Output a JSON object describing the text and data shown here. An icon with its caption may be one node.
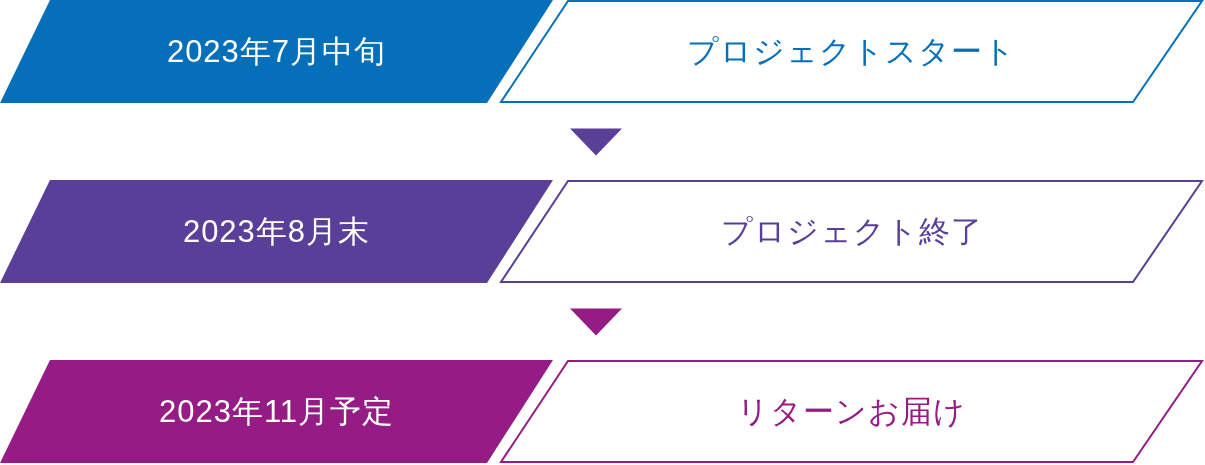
{
  "diagram": {
    "nodes": [
      {
        "text": [
          "2023年7月中旬"
        ]
      },
      {
        "text": [
          "プロジェクトスタート"
        ]
      },
      {
        "text": [
          "2023年8月末"
        ]
      },
      {
        "text": [
          "プロジェクト終了"
        ]
      },
      {
        "text": [
          "2023年11月予定"
        ]
      },
      {
        "text": [
          "リターンお届け"
        ]
      }
    ],
    "edges": [
      {
        "from": 1,
        "to": 3,
        "arrow": "to",
        "color": "#5a3f99"
      },
      {
        "from": 3,
        "to": 5,
        "arrow": "to",
        "color": "#951c84"
      }
    ]
  }
}
